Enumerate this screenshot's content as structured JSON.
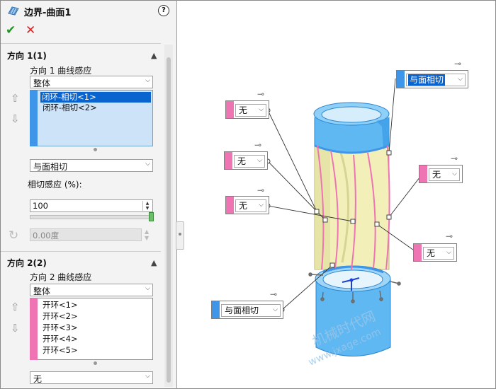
{
  "feature": {
    "title": "边界-曲面1",
    "help": "?",
    "ok": "✔",
    "cancel": "✕"
  },
  "colors": {
    "accent_blue": "#3f95e8",
    "accent_pink": "#ef74b4",
    "selection": "#0a64d0",
    "surface_yellow": "#f2f0b8",
    "surface_blue": "#5fb8f2"
  },
  "direction1": {
    "title": "方向 1(1)",
    "curve_label": "方向 1 曲线感应",
    "curve_value": "整体",
    "list": [
      "闭环-相切<1>",
      "闭环-相切<2>"
    ],
    "tangent_value": "与面相切",
    "influence_label": "相切感应 (%):",
    "influence_value": "100",
    "influence_fraction": 1.0,
    "angle_value": "0.00度"
  },
  "direction2": {
    "title": "方向 2(2)",
    "curve_label": "方向 2 曲线感应",
    "curve_value": "整体",
    "list": [
      "开环<1>",
      "开环<2>",
      "开环<3>",
      "开环<4>",
      "开环<5>"
    ],
    "tangent_value": "无"
  },
  "callouts": {
    "top_right": "与面相切",
    "left_1": "无",
    "left_2": "无",
    "left_3": "无",
    "right_1": "无",
    "right_2": "无",
    "bottom_left": "与面相切"
  },
  "watermark": {
    "line1": "机械时代网",
    "line2": "www.jxage.com"
  }
}
